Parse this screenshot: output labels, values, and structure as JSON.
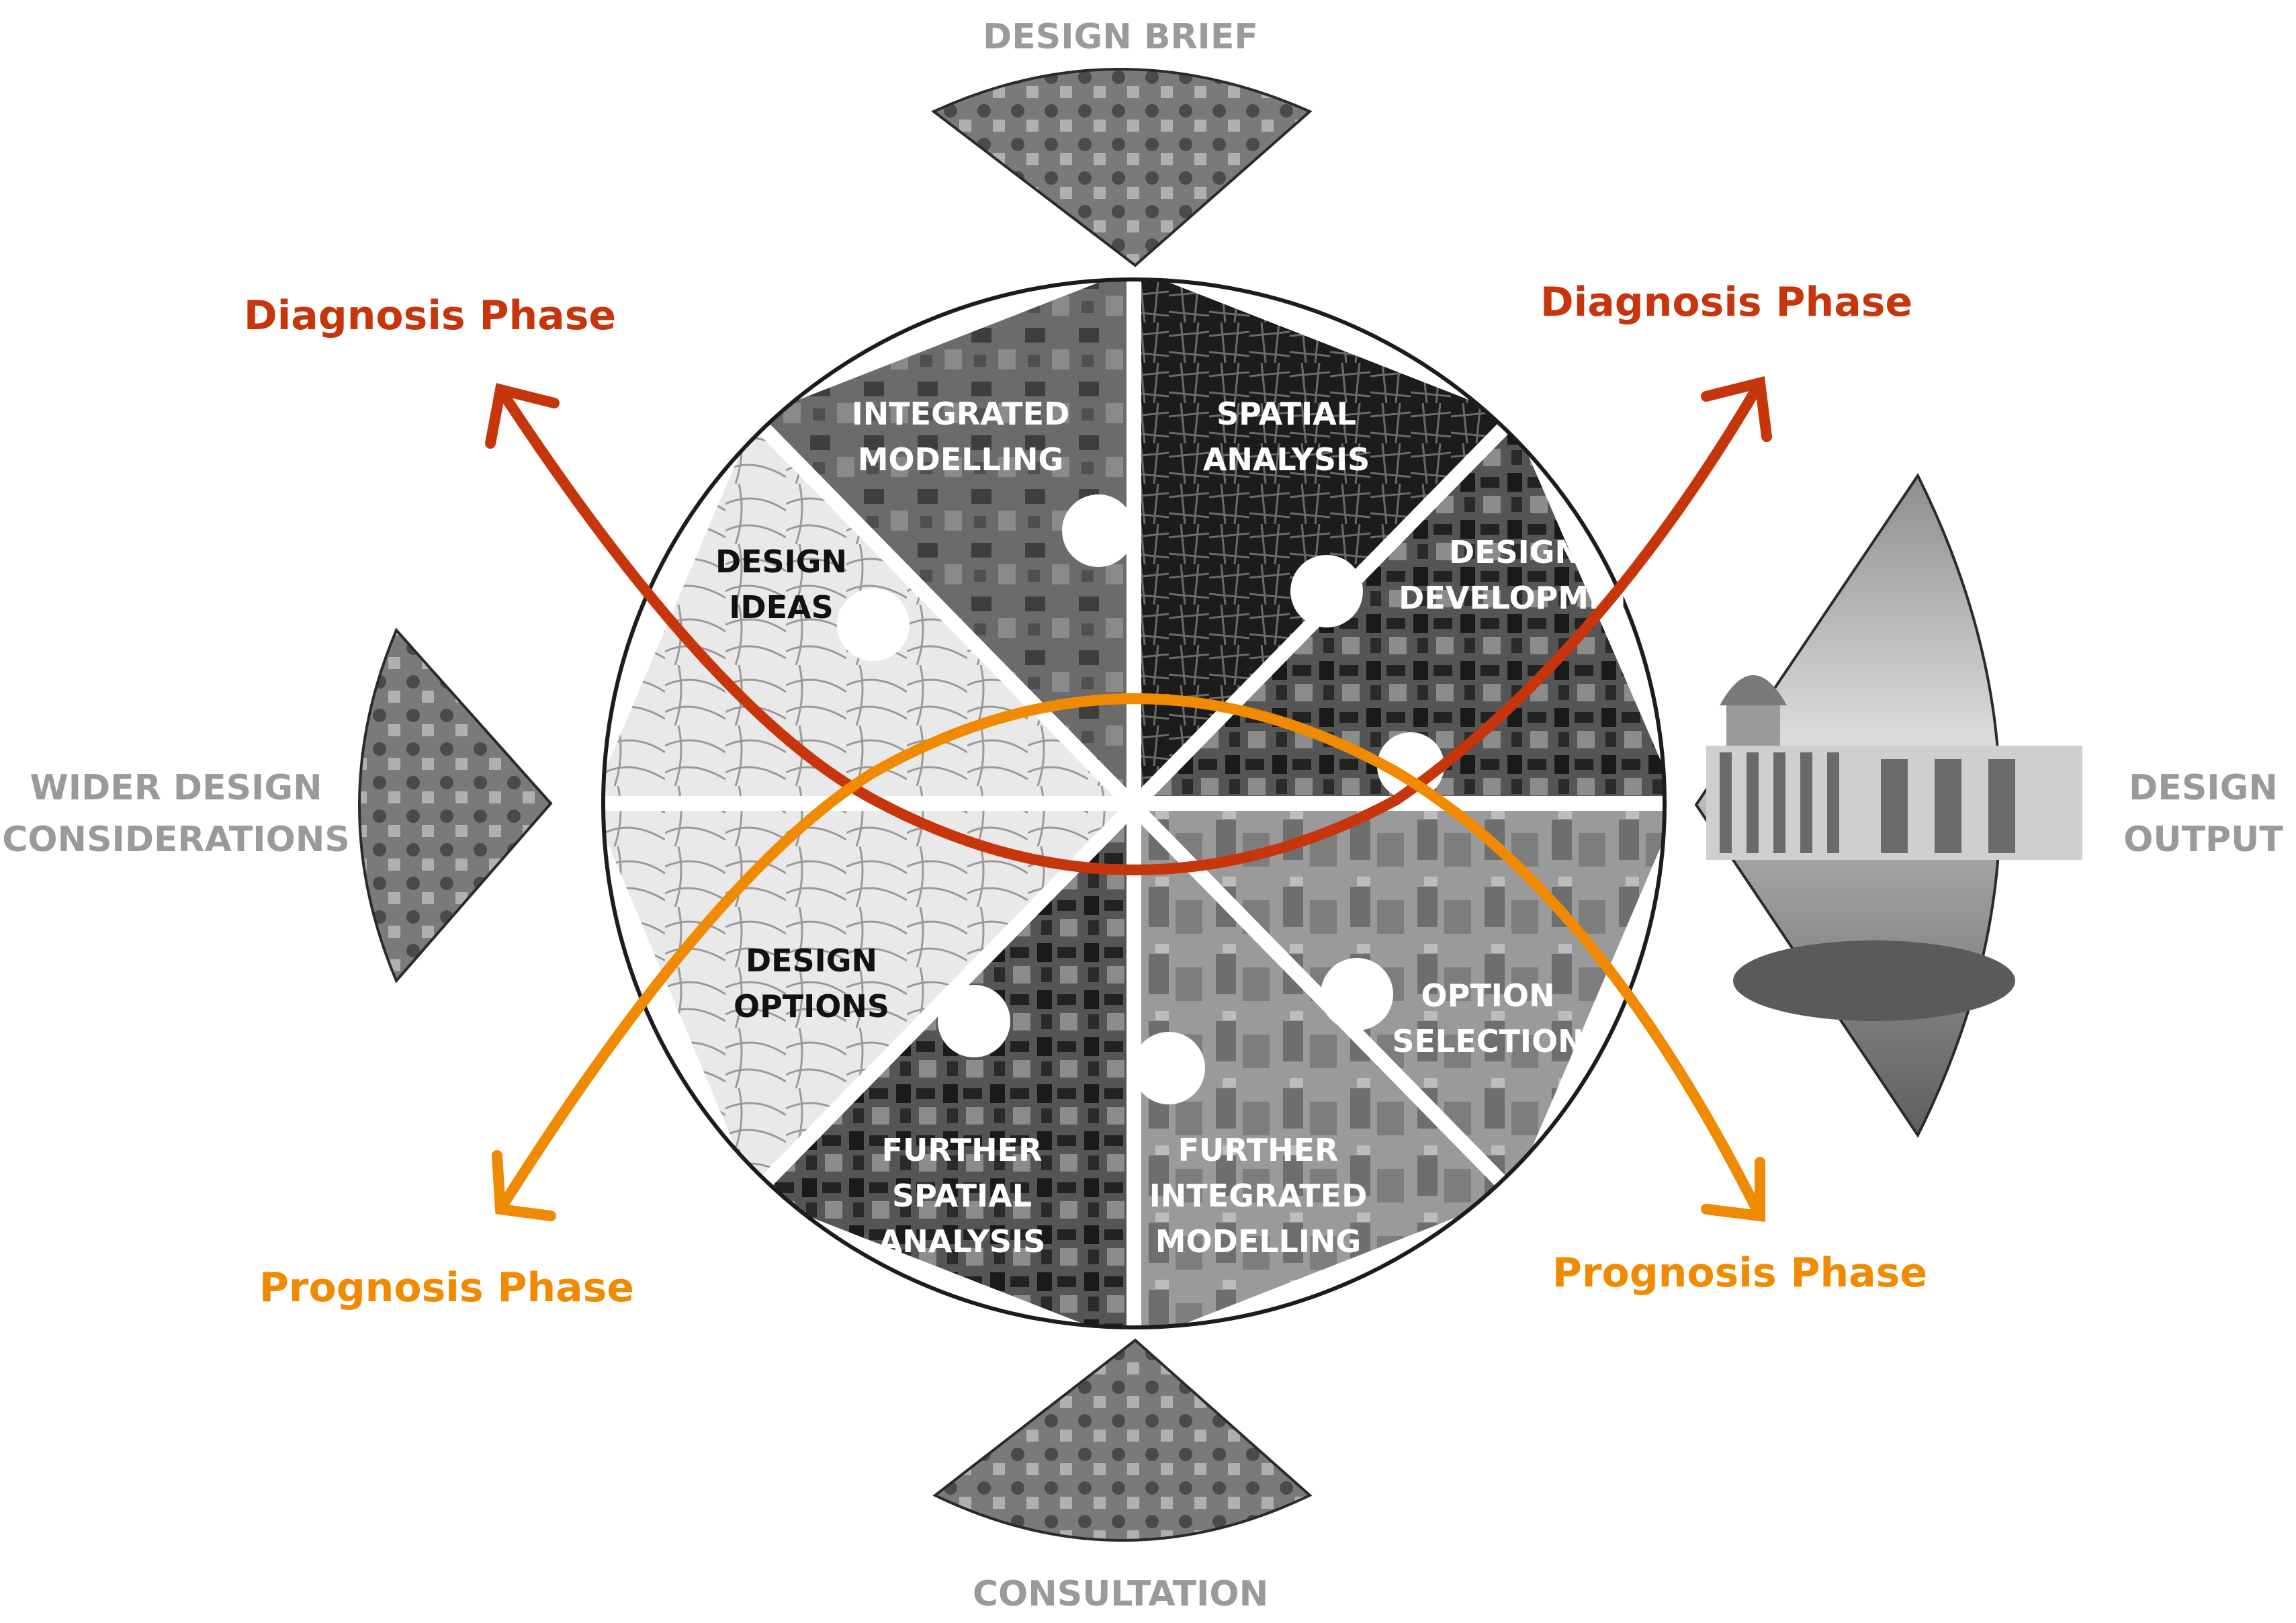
{
  "outer_labels": {
    "top": "DESIGN BRIEF",
    "bottom": "CONSULTATION",
    "left_line1": "WIDER DESIGN",
    "left_line2": "CONSIDERATIONS",
    "right_line1": "DESIGN",
    "right_line2": "OUTPUT"
  },
  "segments": [
    {
      "line1": "INTEGRATED",
      "line2": "MODELLING",
      "line3": ""
    },
    {
      "line1": "SPATIAL",
      "line2": "ANALYSIS",
      "line3": ""
    },
    {
      "line1": "DESIGN",
      "line2": "DEVELOPMET",
      "line3": ""
    },
    {
      "line1": "OPTION",
      "line2": "SELECTION",
      "line3": ""
    },
    {
      "line1": "FURTHER",
      "line2": "INTEGRATED",
      "line3": "MODELLING"
    },
    {
      "line1": "FURTHER",
      "line2": "SPATIAL",
      "line3": "ANALYSIS"
    },
    {
      "line1": "DESIGN",
      "line2": "OPTIONS",
      "line3": ""
    },
    {
      "line1": "DESIGN",
      "line2": "IDEAS",
      "line3": ""
    }
  ],
  "phases": {
    "diagnosis_left": "Diagnosis Phase",
    "diagnosis_right": "Diagnosis Phase",
    "prognosis_left": "Prognosis Phase",
    "prognosis_right": "Prognosis Phase"
  },
  "colors": {
    "diagnosis": "#c7350c",
    "prognosis": "#f08a00",
    "outer_text": "#9a9a9a"
  }
}
